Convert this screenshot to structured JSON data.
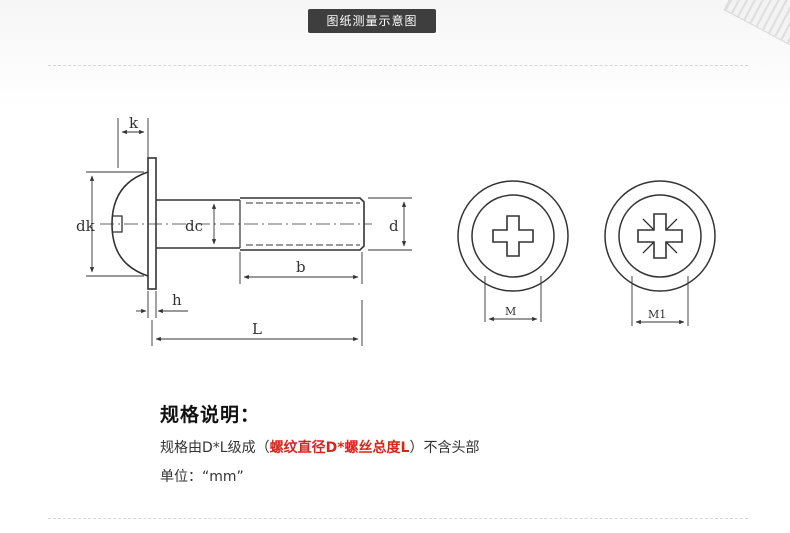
{
  "header": {
    "title": "图纸测量示意图"
  },
  "diagram": {
    "labels": {
      "k": "k",
      "dk": "dk",
      "dc": "dc",
      "d": "d",
      "b": "b",
      "h": "h",
      "L": "L",
      "M": "M",
      "M1": "M1"
    }
  },
  "spec": {
    "title": "规格说明：",
    "line1_prefix": "规格由D*L级成（",
    "line1_highlight": "螺纹直径D*螺丝总度L",
    "line1_suffix": "）不含头部",
    "line2": "单位：“mm”"
  }
}
